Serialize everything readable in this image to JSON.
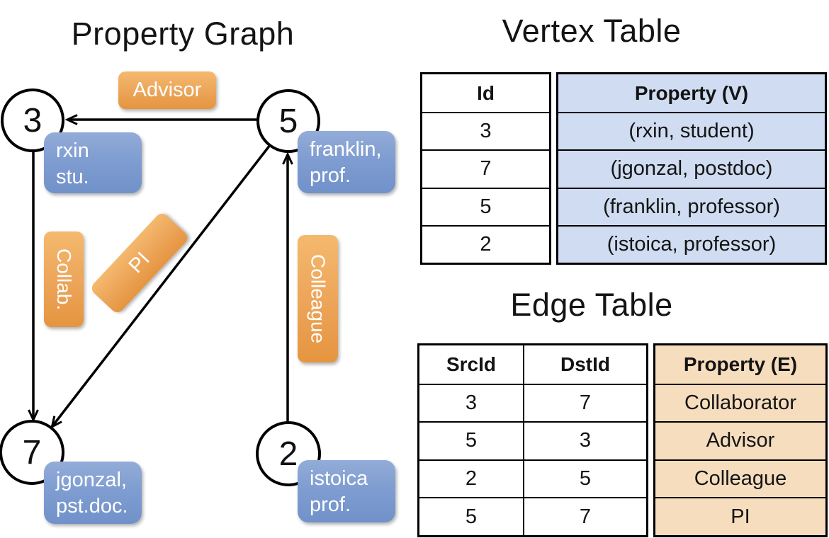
{
  "graph": {
    "title": "Property Graph",
    "nodes": [
      {
        "id": "3",
        "property_lines": [
          "rxin",
          "stu."
        ]
      },
      {
        "id": "5",
        "property_lines": [
          "franklin,",
          "prof."
        ]
      },
      {
        "id": "7",
        "property_lines": [
          "jgonzal,",
          "pst.doc."
        ]
      },
      {
        "id": "2",
        "property_lines": [
          "istoica",
          "prof."
        ]
      }
    ],
    "edge_labels": {
      "advisor": "Advisor",
      "collaborator": "Collab.",
      "pi": "PI",
      "colleague": "Colleague"
    }
  },
  "vertex_table": {
    "title": "Vertex Table",
    "columns": {
      "id": "Id",
      "property": "Property (V)"
    },
    "rows": [
      {
        "id": "3",
        "property": "(rxin, student)"
      },
      {
        "id": "7",
        "property": "(jgonzal, postdoc)"
      },
      {
        "id": "5",
        "property": "(franklin, professor)"
      },
      {
        "id": "2",
        "property": "(istoica, professor)"
      }
    ]
  },
  "edge_table": {
    "title": "Edge Table",
    "columns": {
      "src": "SrcId",
      "dst": "DstId",
      "property": "Property (E)"
    },
    "rows": [
      {
        "src": "3",
        "dst": "7",
        "property": "Collaborator"
      },
      {
        "src": "5",
        "dst": "3",
        "property": "Advisor"
      },
      {
        "src": "2",
        "dst": "5",
        "property": "Colleague"
      },
      {
        "src": "5",
        "dst": "7",
        "property": "PI"
      }
    ]
  },
  "colors": {
    "edge_label_fill": "#ECA458",
    "vertex_label_fill": "#7F9DD1",
    "vertex_table_property_fill": "#CFDCF1",
    "edge_table_property_fill": "#F6DDBE",
    "stroke": "#000000"
  }
}
